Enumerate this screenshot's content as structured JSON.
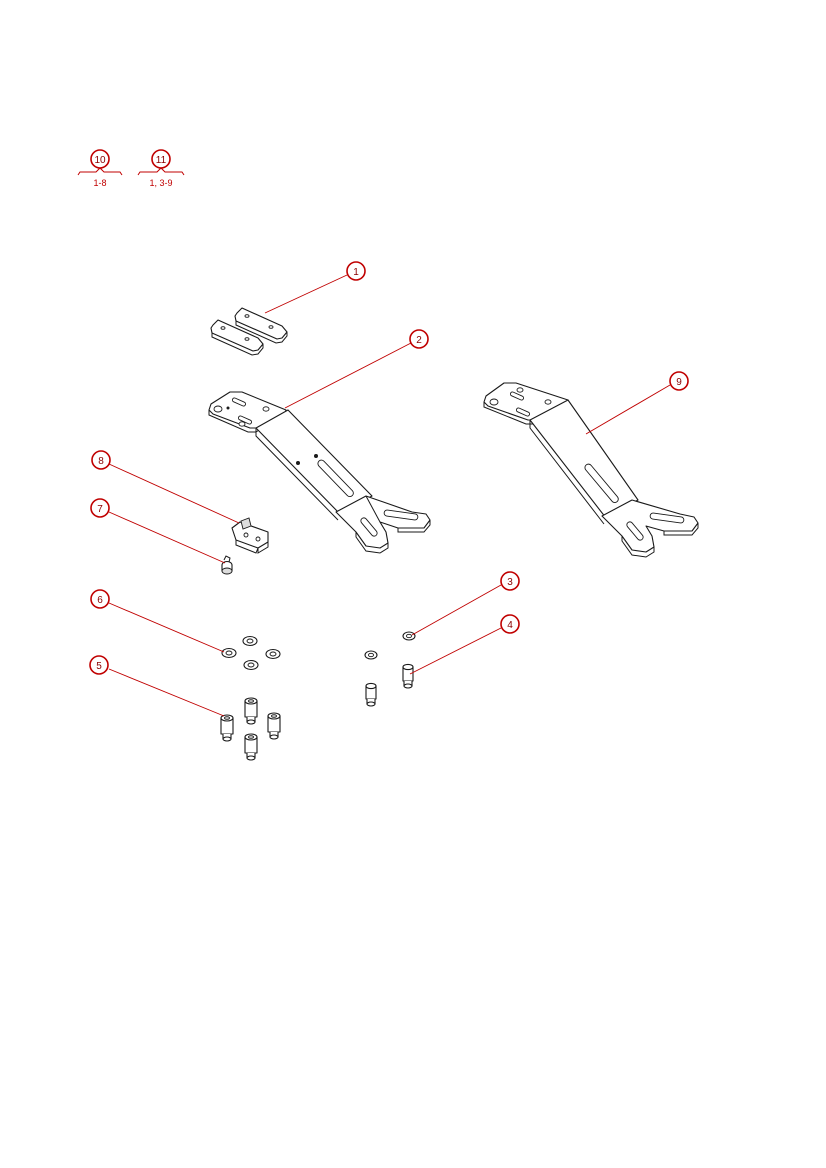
{
  "balloons": {
    "b1": "1",
    "b2": "2",
    "b3": "3",
    "b4": "4",
    "b5": "5",
    "b6": "6",
    "b7": "7",
    "b8": "8",
    "b9": "9",
    "b10": "10",
    "b11": "11"
  },
  "assemblies": {
    "a10_range": "1-8",
    "a11_range": "1, 3-9"
  },
  "colors": {
    "callout": "#c00000",
    "line": "#1a1a1a",
    "background": "#ffffff"
  }
}
